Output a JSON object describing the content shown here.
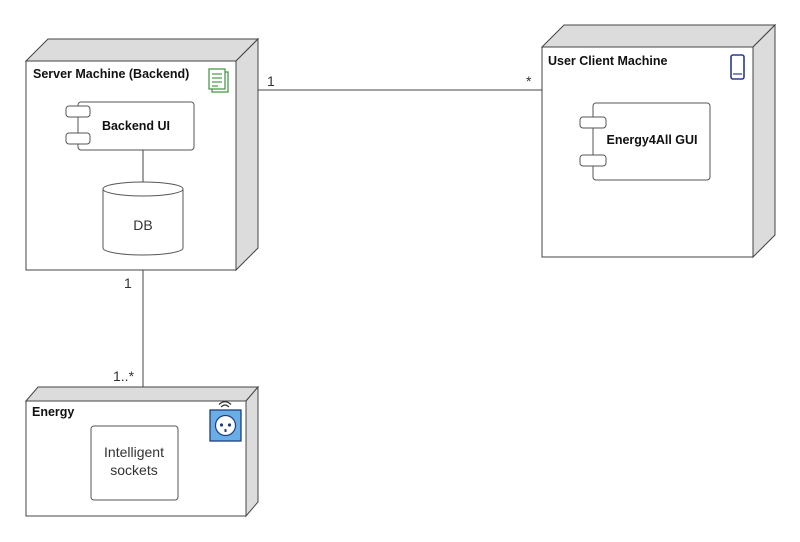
{
  "nodes": {
    "server": {
      "title": "Server Machine (Backend)",
      "icon": "server-document-icon"
    },
    "client": {
      "title": "User Client Machine",
      "icon": "mobile-phone-icon"
    },
    "energy": {
      "title": "Energy",
      "icon": "smart-socket-icon"
    }
  },
  "components": {
    "backend_ui": "Backend UI",
    "energy4all_gui": "Energy4All GUI",
    "db": "DB",
    "sockets": [
      "Intelligent",
      "sockets"
    ]
  },
  "connections": {
    "server_client": {
      "from_mult": "1",
      "to_mult": "*"
    },
    "server_energy": {
      "from_mult": "1",
      "to_mult": "1..*"
    }
  },
  "colors": {
    "server_icon": "#4a9a4a",
    "phone_icon": "#2b3a8f",
    "socket_icon": "#6aaee8"
  }
}
